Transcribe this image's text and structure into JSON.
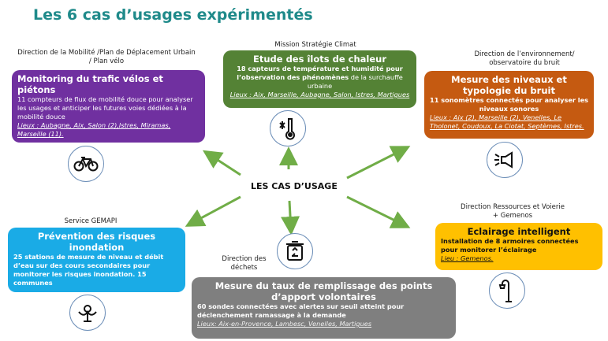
{
  "title": "Les 6 cas d’usages expérimentés",
  "center_label": "LES CAS D’USAGE",
  "cases": [
    {
      "dept": "Direction de la Mobilité /Plan de Déplacement Urbain / Plan vélo",
      "heading": "Monitoring du trafic vélos et piétons",
      "body": "11 compteurs de flux de mobilité douce pour analyser les usages et anticiper les futures voies dédiées à la mobilité douce",
      "places": "Lieux : Aubagne, Aix, Salon (2),Istres, Miramas, Marseille (11).",
      "color": "#7030a0",
      "icon": "bicycle-icon"
    },
    {
      "dept": "Mission Stratégie Climat",
      "heading": "Etude des îlots de chaleur",
      "body_bold": "18 capteurs de température et humidité pour l’observation des phénomènes",
      "body": "de la surchauffe urbaine",
      "places": "Lieux : Aix, Marseille, Aubagne, Salon, Istres, Martigues",
      "color": "#548235",
      "icon": "thermometer-icon"
    },
    {
      "dept": "Direction de l’environnement/ observatoire du bruit",
      "heading": "Mesure des niveaux et typologie du bruit",
      "body": "11 sonomètres connectés pour analyser les niveaux sonores",
      "places": "Lieux : Aix (2), Marseille (2), Venelles, Le Tholonet, Coudoux, La Ciotat, Septèmes, Istres.",
      "color": "#c55a11",
      "icon": "speaker-icon"
    },
    {
      "dept": "Service GEMAPI",
      "heading": "Prévention des risques inondation",
      "body": "25 stations de mesure de niveau et débit d’eau sur des cours secondaires pour monitorer les risques inondation. 15 communes",
      "color": "#1aabe6",
      "icon": "water-sensor-icon"
    },
    {
      "dept": "Direction des déchets",
      "heading": "Mesure du taux de remplissage  des points d’apport volontaires",
      "body": "60 sondes connectées avec alertes sur seuil atteint pour déclenchement ramassage à la demande",
      "places": "Lieux: Aix-en-Provence, Lambesc, Venelles, Martigues",
      "color": "#7f7f7f",
      "icon": "recycle-bin-icon"
    },
    {
      "dept": "Direction Ressources et Voierie + Gemenos",
      "heading": "Eclairage intelligent",
      "body": "Installation de 8 armoires connectées pour monitorer l’éclairage",
      "places": "Lieu : Gemenos.",
      "color": "#ffc000",
      "icon": "street-lamp-icon"
    }
  ]
}
